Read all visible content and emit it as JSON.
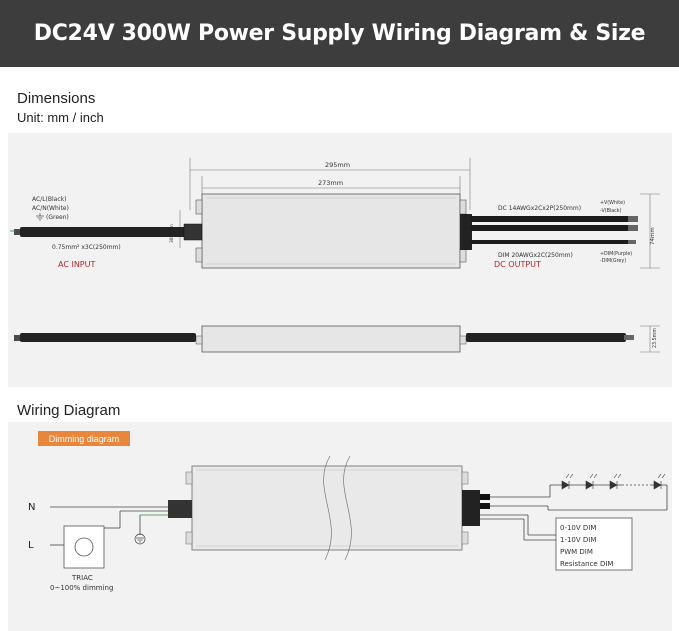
{
  "header": {
    "title": "DC24V 300W Power Supply Wiring Diagram & Size"
  },
  "dimensions": {
    "title": "Dimensions",
    "unit": "Unit: mm / inch",
    "length_total": "295mm",
    "length_body": "273mm",
    "height_label": "74mm",
    "thickness_label": "23.5mm",
    "small_dim_label": "38.5mm",
    "ac_labels": [
      "AC/L(Black)",
      "AC/N(White)",
      "(Green)"
    ],
    "ac_cable": "0.75mm² x3C(250mm)",
    "ac_input": "AC INPUT",
    "dc_cable": "DC  14AWGx2Cx2P(250mm)",
    "dc_plus": "+V(White)",
    "dc_minus": "-V(Black)",
    "dim_cable": "DIM  20AWGx2C(250mm)",
    "dim_plus": "+DIM(Purple)",
    "dim_minus": "-DIM(Grey)",
    "dc_output": "DC OUTPUT"
  },
  "wiring": {
    "title": "Wiring Diagram",
    "badge": "Dimming diagram",
    "n_label": "N",
    "l_label": "L",
    "triac_label": "TRIAC",
    "triac_sub": "0~100% dimming",
    "dim_options": [
      "0-10V DIM",
      "1-10V DIM",
      "PWM DIM",
      "Resistance DIM"
    ]
  },
  "colors": {
    "banner": "#3d3d3d",
    "accent": "#e8873c",
    "label_red": "#b0272a"
  }
}
